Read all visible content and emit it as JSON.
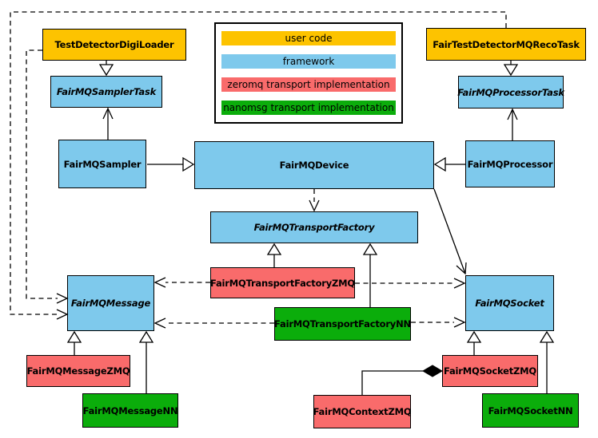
{
  "diagram": {
    "type": "uml-class-diagram",
    "colors": {
      "user_code": "#FDC300",
      "framework": "#7EC9EC",
      "zeromq": "#F96B6B",
      "nanomsg": "#0BAD0B",
      "border": "#000000",
      "background": "#FFFFFF"
    },
    "legend": {
      "items": [
        {
          "label": "user code",
          "color": "#FDC300"
        },
        {
          "label": "framework",
          "color": "#7EC9EC"
        },
        {
          "label": "zeromq transport implementation",
          "color": "#F96B6B"
        },
        {
          "label": "nanomsg transport implementation",
          "color": "#0BAD0B"
        }
      ]
    },
    "nodes": {
      "digiLoader": {
        "label": "TestDetectorDigiLoader",
        "category": "user code",
        "abstract": false
      },
      "recoTask": {
        "label": "FairTestDetectorMQRecoTask",
        "category": "user code",
        "abstract": false
      },
      "samplerTask": {
        "label": "FairMQSamplerTask",
        "category": "framework",
        "abstract": true
      },
      "processorTask": {
        "label": "FairMQProcessorTask",
        "category": "framework",
        "abstract": true
      },
      "sampler": {
        "label": "FairMQSampler",
        "category": "framework",
        "abstract": false
      },
      "device": {
        "label": "FairMQDevice",
        "category": "framework",
        "abstract": false
      },
      "processor": {
        "label": "FairMQProcessor",
        "category": "framework",
        "abstract": false
      },
      "transportFactory": {
        "label": "FairMQTransportFactory",
        "category": "framework",
        "abstract": true
      },
      "transportFactoryZMQ": {
        "label": "FairMQTransportFactoryZMQ",
        "category": "zeromq",
        "abstract": false
      },
      "transportFactoryNN": {
        "label": "FairMQTransportFactoryNN",
        "category": "nanomsg",
        "abstract": false
      },
      "message": {
        "label": "FairMQMessage",
        "category": "framework",
        "abstract": true
      },
      "socket": {
        "label": "FairMQSocket",
        "category": "framework",
        "abstract": true
      },
      "messageZMQ": {
        "label": "FairMQMessageZMQ",
        "category": "zeromq",
        "abstract": false
      },
      "messageNN": {
        "label": "FairMQMessageNN",
        "category": "nanomsg",
        "abstract": false
      },
      "contextZMQ": {
        "label": "FairMQContextZMQ",
        "category": "zeromq",
        "abstract": false
      },
      "socketZMQ": {
        "label": "FairMQSocketZMQ",
        "category": "zeromq",
        "abstract": false
      },
      "socketNN": {
        "label": "FairMQSocketNN",
        "category": "nanomsg",
        "abstract": false
      }
    },
    "edges": [
      {
        "from": "TestDetectorDigiLoader",
        "to": "FairMQSamplerTask",
        "type": "inheritance"
      },
      {
        "from": "FairTestDetectorMQRecoTask",
        "to": "FairMQProcessorTask",
        "type": "inheritance"
      },
      {
        "from": "FairMQSampler",
        "to": "FairMQDevice",
        "type": "inheritance"
      },
      {
        "from": "FairMQProcessor",
        "to": "FairMQDevice",
        "type": "inheritance"
      },
      {
        "from": "FairMQSampler",
        "to": "FairMQSamplerTask",
        "type": "association"
      },
      {
        "from": "FairMQProcessor",
        "to": "FairMQProcessorTask",
        "type": "association"
      },
      {
        "from": "FairMQDevice",
        "to": "FairMQSocket",
        "type": "association"
      },
      {
        "from": "FairMQDevice",
        "to": "FairMQTransportFactory",
        "type": "dependency"
      },
      {
        "from": "FairMQTransportFactoryZMQ",
        "to": "FairMQTransportFactory",
        "type": "inheritance"
      },
      {
        "from": "FairMQTransportFactoryNN",
        "to": "FairMQTransportFactory",
        "type": "inheritance"
      },
      {
        "from": "FairMQTransportFactoryZMQ",
        "to": "FairMQMessage",
        "type": "dependency"
      },
      {
        "from": "FairMQTransportFactoryZMQ",
        "to": "FairMQSocket",
        "type": "dependency"
      },
      {
        "from": "FairMQTransportFactoryNN",
        "to": "FairMQMessage",
        "type": "dependency"
      },
      {
        "from": "FairMQTransportFactoryNN",
        "to": "FairMQSocket",
        "type": "dependency"
      },
      {
        "from": "TestDetectorDigiLoader",
        "to": "FairMQMessage",
        "type": "dependency"
      },
      {
        "from": "FairTestDetectorMQRecoTask",
        "to": "FairMQMessage",
        "type": "dependency"
      },
      {
        "from": "FairMQMessageZMQ",
        "to": "FairMQMessage",
        "type": "inheritance"
      },
      {
        "from": "FairMQMessageNN",
        "to": "FairMQMessage",
        "type": "inheritance"
      },
      {
        "from": "FairMQSocketZMQ",
        "to": "FairMQSocket",
        "type": "inheritance"
      },
      {
        "from": "FairMQSocketNN",
        "to": "FairMQSocket",
        "type": "inheritance"
      },
      {
        "from": "FairMQContextZMQ",
        "to": "FairMQSocketZMQ",
        "type": "composition"
      }
    ]
  }
}
